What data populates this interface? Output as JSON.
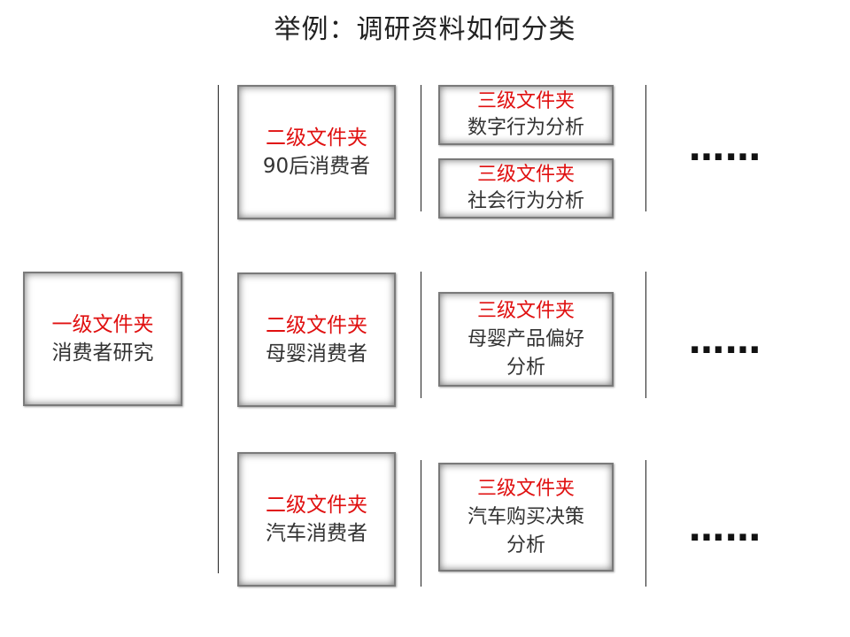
{
  "title": "举例：调研资料如何分类",
  "level1": {
    "level_label": "一级文件夹",
    "name": "消费者研究"
  },
  "level2": [
    {
      "level_label": "二级文件夹",
      "name": "90后消费者"
    },
    {
      "level_label": "二级文件夹",
      "name": "母婴消费者"
    },
    {
      "level_label": "二级文件夹",
      "name": "汽车消费者"
    }
  ],
  "level3": [
    {
      "level_label": "三级文件夹",
      "name": "数字行为分析"
    },
    {
      "level_label": "三级文件夹",
      "name": "社会行为分析"
    },
    {
      "level_label": "三级文件夹",
      "name": "母婴产品偏好分析"
    },
    {
      "level_label": "三级文件夹",
      "name": "汽车购买决策分析"
    }
  ],
  "ellipsis": "……",
  "colors": {
    "level_label": "#e01010",
    "name_text": "#333333",
    "border": "#7a7a7a"
  }
}
